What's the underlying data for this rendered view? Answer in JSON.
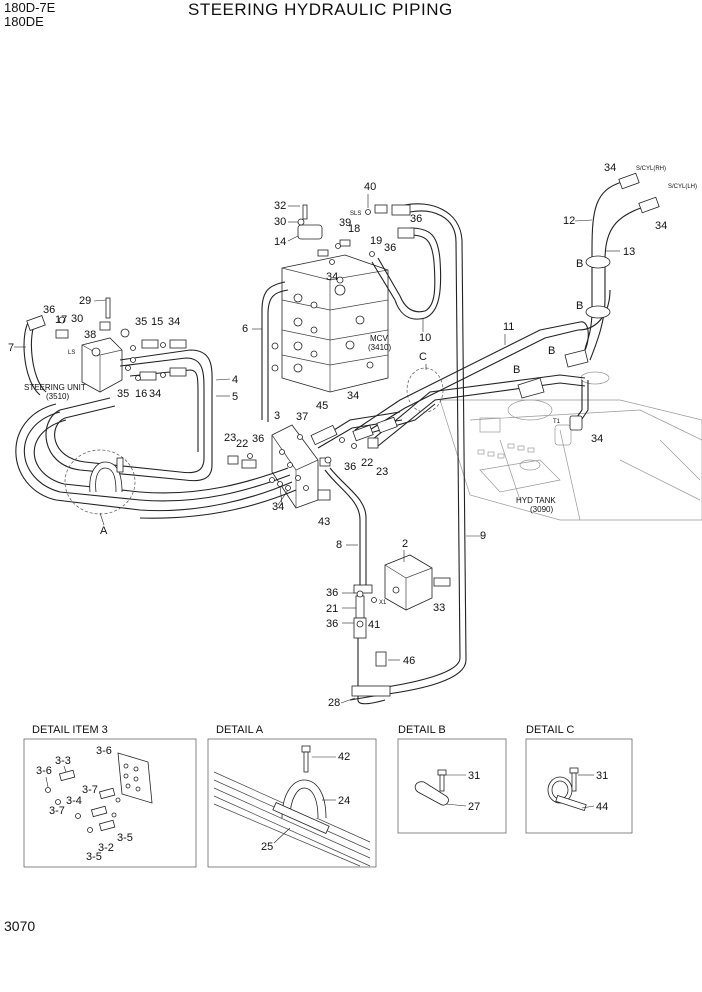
{
  "header": {
    "model_line_1": "180D-7E",
    "model_line_2": "180DE",
    "title": "STEERING HYDRAULIC PIPING"
  },
  "footer": {
    "page_number": "3070"
  },
  "callouts": {
    "c29": "29",
    "c36": "36",
    "c17": "17",
    "c30": "30",
    "c38": "38",
    "c35": "35",
    "c15": "15",
    "c34": "34",
    "c7": "7",
    "c16": "16",
    "c4": "4",
    "c5": "5",
    "c6": "6",
    "c32": "32",
    "c14": "14",
    "c40": "40",
    "c39": "39",
    "c18": "18",
    "c19": "19",
    "c10": "10",
    "c12": "12",
    "c13": "13",
    "c11": "11",
    "c3": "3",
    "c37": "37",
    "c45": "45",
    "c22": "22",
    "c23": "23",
    "c43": "43",
    "c8": "8",
    "c2": "2",
    "c9": "9",
    "c21": "21",
    "c33": "33",
    "c41": "41",
    "c46": "46",
    "c28": "28",
    "c1_": "A",
    "B1": "B",
    "B2": "B",
    "B3": "B",
    "B4": "B",
    "C": "C"
  },
  "component_labels": {
    "steering_unit": "STEERING UNIT",
    "steering_unit_no": "(3510)",
    "mcv": "MCV",
    "mcv_no": "(3410)",
    "hyd_tank": "HYD TANK",
    "hyd_tank_no": "(3090)",
    "scyl_rh": "S/CYL(RH)",
    "scyl_lh": "S/CYL(LH)",
    "sls": "SLS",
    "t1": "T1",
    "ls": "LS",
    "x1": "X1"
  },
  "details": {
    "item3": {
      "title": "DETAIL ITEM 3",
      "labels": [
        "3-6",
        "3-3",
        "3-6",
        "3-7",
        "3-4",
        "3-7",
        "3-2",
        "3-5",
        "3-5"
      ]
    },
    "a": {
      "title": "DETAIL A",
      "labels": [
        "42",
        "24",
        "25"
      ]
    },
    "b": {
      "title": "DETAIL B",
      "labels": [
        "31",
        "27"
      ]
    },
    "c": {
      "title": "DETAIL C",
      "labels": [
        "31",
        "44"
      ]
    }
  }
}
